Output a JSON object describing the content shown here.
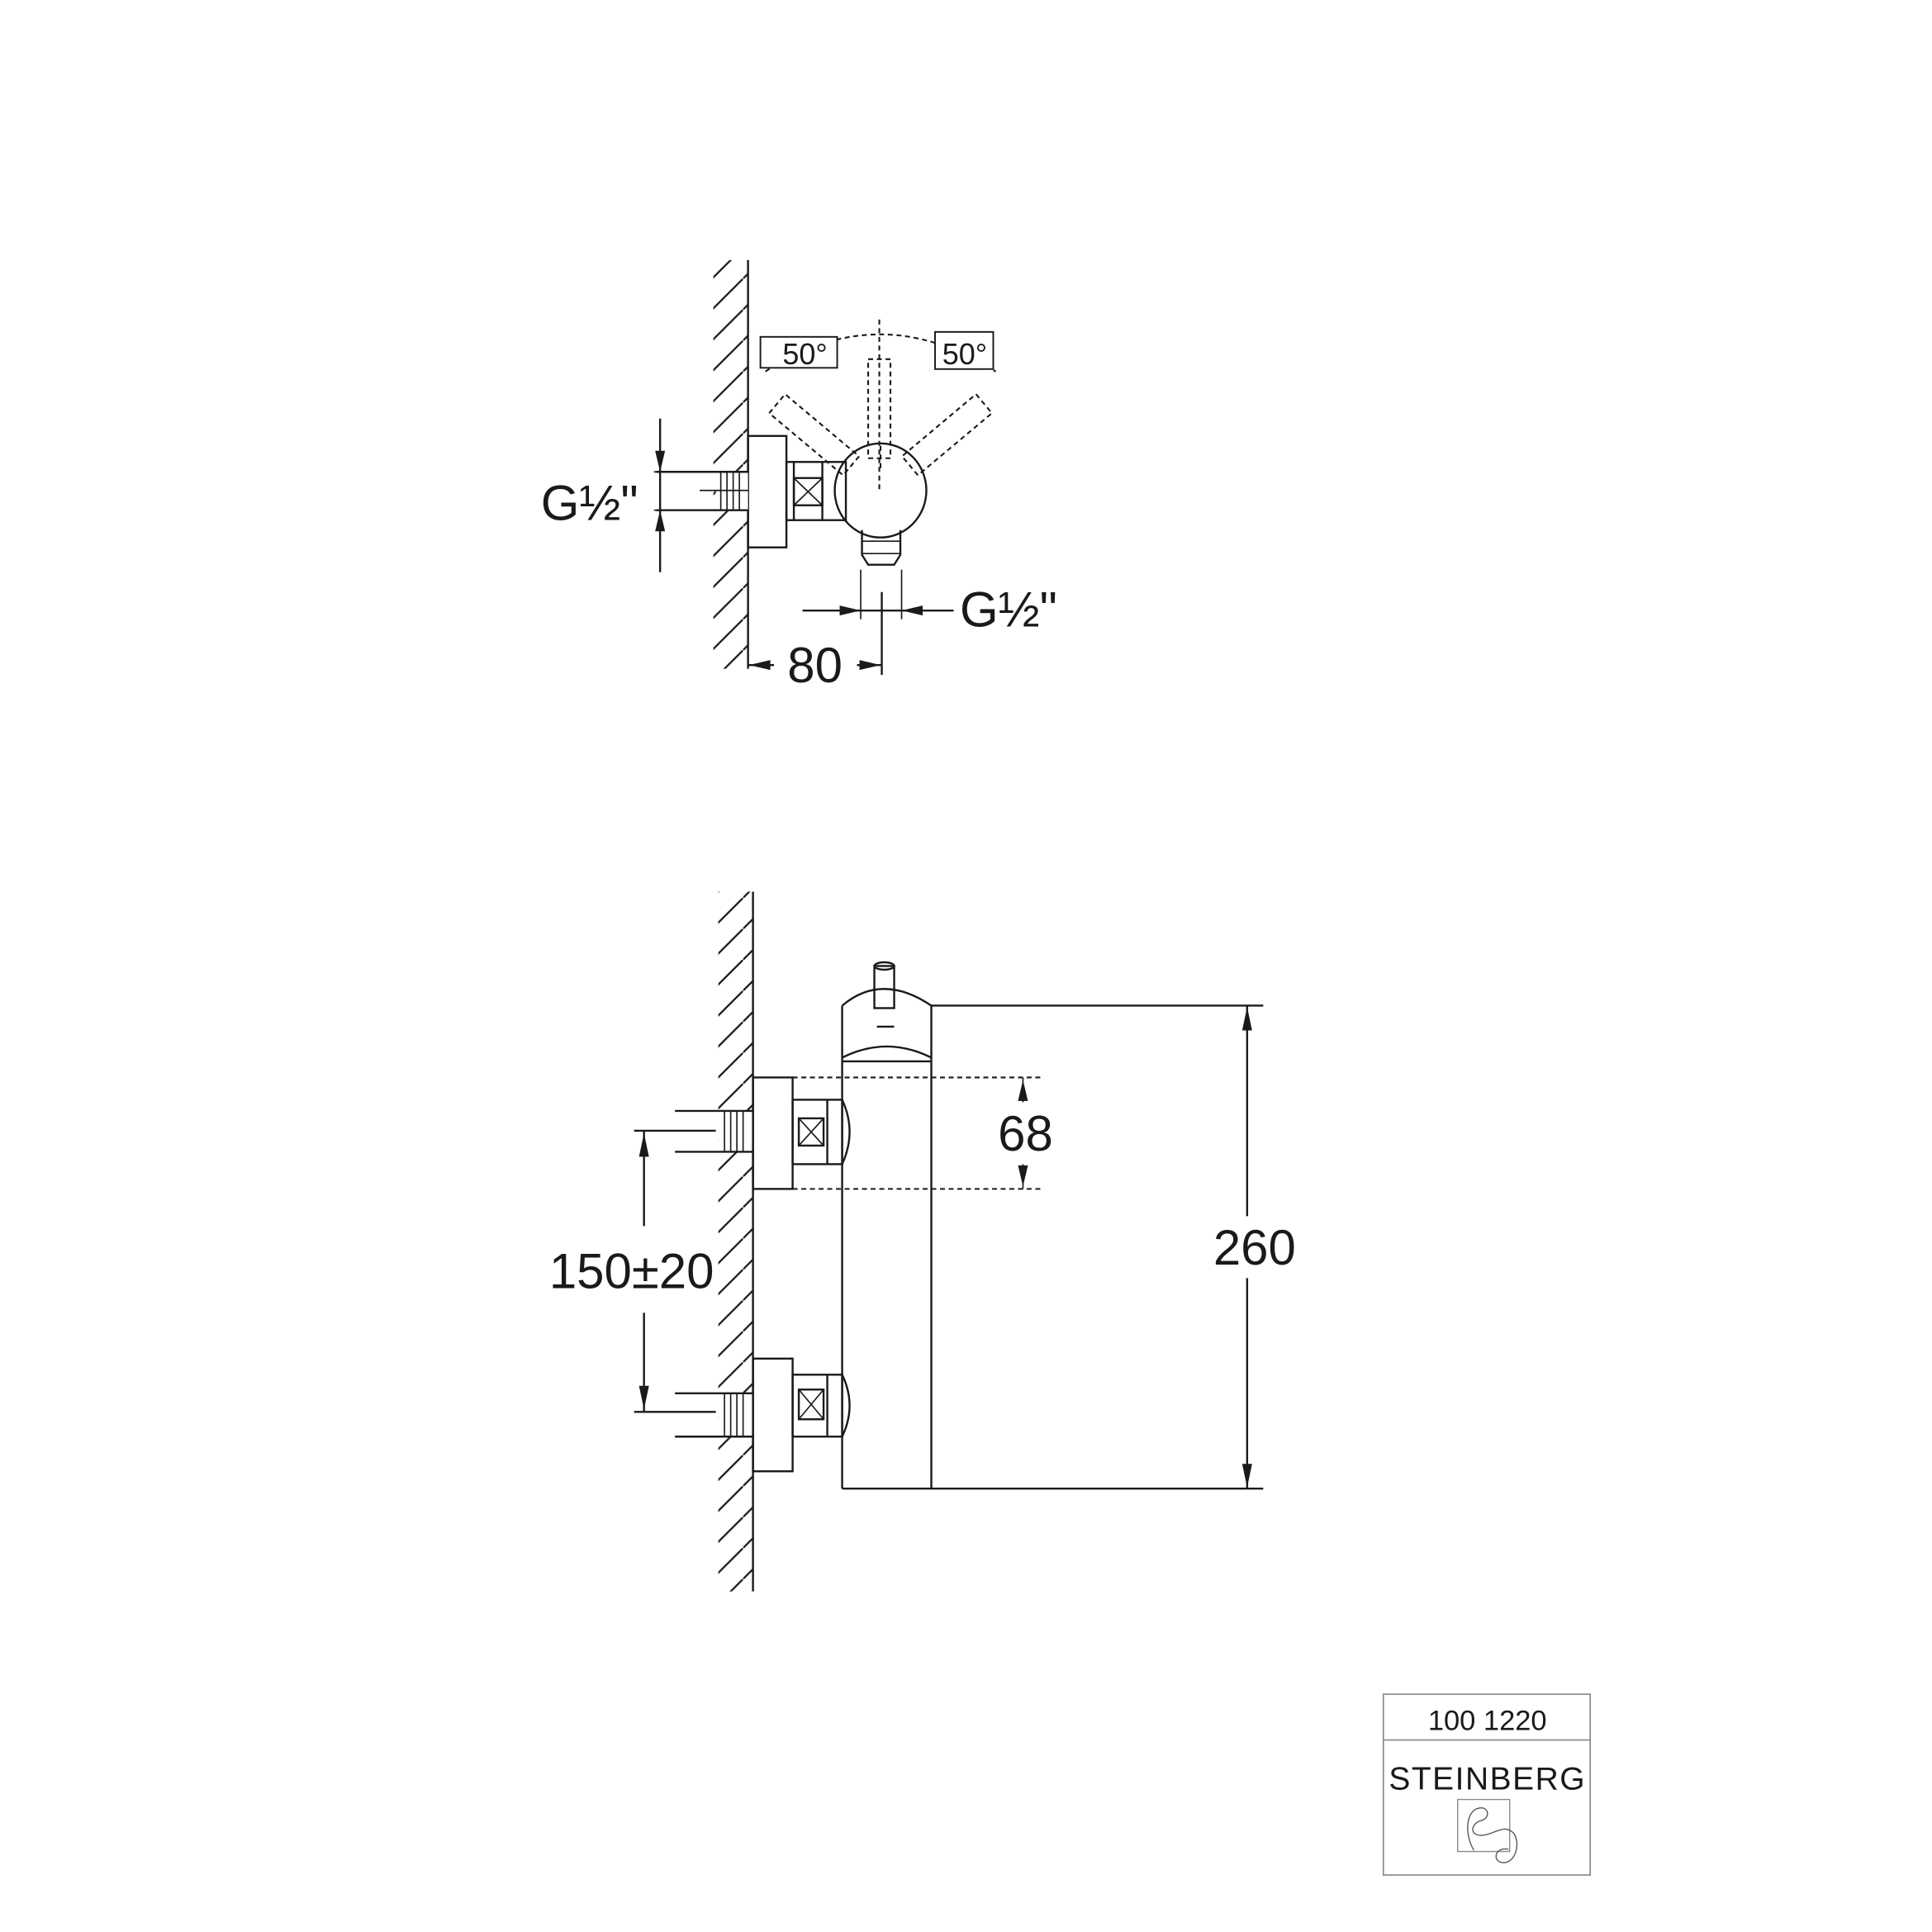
{
  "top_view": {
    "inlet_thread_label": "G½\"",
    "outlet_thread_label": "G½\"",
    "projection_label": "80",
    "angle_left_label": "50°",
    "angle_right_label": "50°"
  },
  "side_view": {
    "inlet_spacing_label": "150±20",
    "connector_height_label": "68",
    "total_height_label": "260"
  },
  "title_block": {
    "article_number": "100 1220",
    "brand": "STEINBERG"
  },
  "colors": {
    "line": "#1a1a1a",
    "frame": "#888888"
  }
}
